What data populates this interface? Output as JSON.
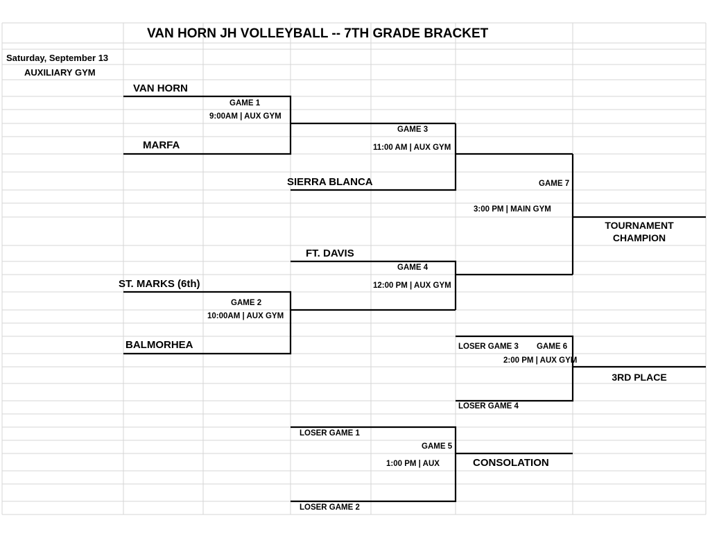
{
  "title": "VAN HORN JH VOLLEYBALL  -- 7TH GRADE BRACKET",
  "event": {
    "date": "Saturday, September 13",
    "venue": "AUXILIARY GYM"
  },
  "teams": {
    "van_horn": "VAN HORN",
    "marfa": "MARFA",
    "sierra_blanca": "SIERRA BLANCA",
    "ft_davis": "FT. DAVIS",
    "st_marks": "ST. MARKS (6th)",
    "balmorhea": "BALMORHEA"
  },
  "games": {
    "g1": {
      "label": "GAME 1",
      "time": "9:00AM | AUX GYM"
    },
    "g2": {
      "label": "GAME 2",
      "time": "10:00AM | AUX GYM"
    },
    "g3": {
      "label": "GAME 3",
      "time": "11:00 AM | AUX GYM"
    },
    "g4": {
      "label": "GAME 4",
      "time": "12:00 PM | AUX GYM"
    },
    "g5": {
      "label": "GAME 5",
      "time": "1:00 PM | AUX"
    },
    "g6": {
      "label": "GAME 6",
      "time": "2:00 PM | AUX GYM"
    },
    "g7": {
      "label": "GAME 7",
      "time": "3:00 PM | MAIN GYM"
    }
  },
  "losers": {
    "g1": "LOSER GAME 1",
    "g2": "LOSER GAME 2",
    "g3": "LOSER GAME 3",
    "g4": "LOSER GAME 4"
  },
  "results": {
    "champion_line1": "TOURNAMENT",
    "champion_line2": "CHAMPION",
    "third_place": "3RD PLACE",
    "consolation": "CONSOLATION"
  }
}
